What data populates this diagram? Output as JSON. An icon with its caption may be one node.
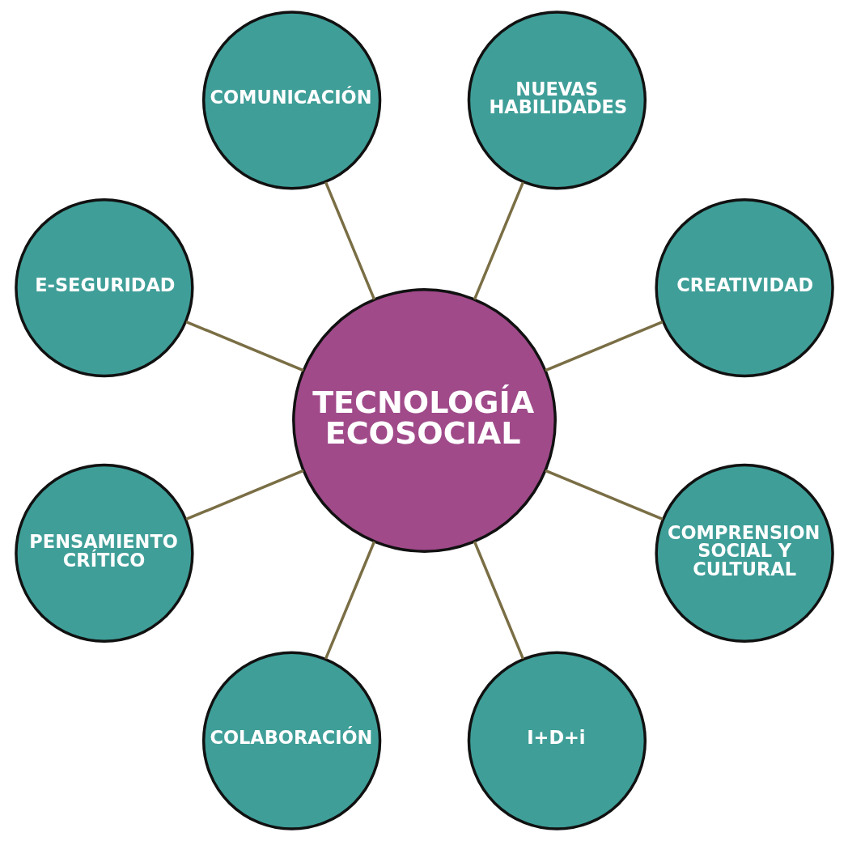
{
  "diagram": {
    "nodes": [
      {
        "text": [
          "CREATIVIDAD"
        ]
      },
      {
        "text": [
          "NUEVAS HABILIDADES"
        ]
      },
      {
        "text": [
          "COMUNICACIÓN"
        ]
      },
      {
        "text": [
          "E-SEGURIDAD"
        ]
      },
      {
        "text": [
          "TECNOLOGÍA ECOSOCIAL"
        ]
      },
      {
        "text": [
          "PENSAMIENTO CRÍTICO"
        ]
      },
      {
        "text": [
          "COLABORACIÓN"
        ]
      },
      {
        "text": [
          "I+D+i"
        ]
      },
      {
        "text": [
          "COMPRENSION SOCIAL Y CULTURAL"
        ]
      }
    ],
    "edges": [
      {
        "from": 4,
        "to": 0,
        "arrow": "none"
      },
      {
        "from": 4,
        "to": 2,
        "arrow": "none"
      },
      {
        "from": 4,
        "to": 5,
        "arrow": "none"
      },
      {
        "from": 4,
        "to": 7,
        "arrow": "none"
      },
      {
        "from": 4,
        "to": 8,
        "arrow": "none"
      },
      {
        "from": 4,
        "to": 6,
        "arrow": "none"
      },
      {
        "from": 4,
        "to": 3,
        "arrow": "none"
      },
      {
        "from": 4,
        "to": 1,
        "arrow": "none"
      }
    ]
  }
}
